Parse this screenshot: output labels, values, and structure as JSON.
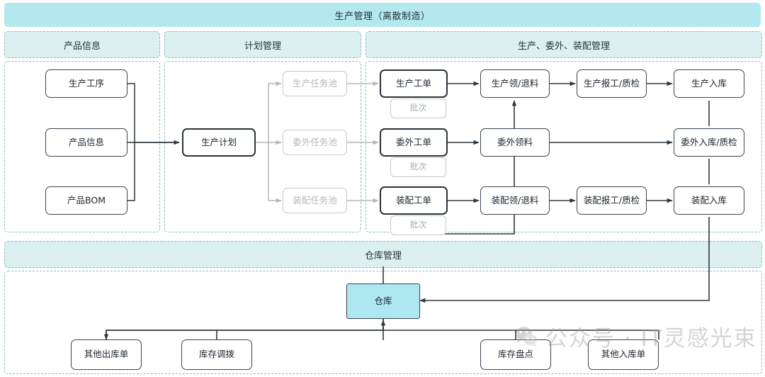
{
  "title": "生产管理（离散制造）",
  "sections": [
    {
      "label": "产品信息"
    },
    {
      "label": "计划管理"
    },
    {
      "label": "生产、委外、装配管理"
    },
    {
      "label": "仓库管理"
    }
  ],
  "nodes": {
    "product": [
      {
        "label": "生产工序"
      },
      {
        "label": "产品信息"
      },
      {
        "label": "产品BOM"
      }
    ],
    "plan": [
      {
        "label": "生产计划"
      }
    ],
    "pools": [
      {
        "label": "生产任务池"
      },
      {
        "label": "委外任务池"
      },
      {
        "label": "装配任务池"
      }
    ],
    "work_orders": [
      {
        "label": "生产工单",
        "batch": "批次"
      },
      {
        "label": "委外工单",
        "batch": "批次"
      },
      {
        "label": "装配工单",
        "batch": "批次"
      }
    ],
    "pick": [
      {
        "label": "生产领/退料"
      },
      {
        "label": "委外领料"
      },
      {
        "label": "装配领/退料"
      }
    ],
    "report": [
      {
        "label": "生产报工/质检"
      },
      {
        "label": "装配报工/质检"
      }
    ],
    "inbound": [
      {
        "label": "生产入库"
      },
      {
        "label": "委外入库/质检"
      },
      {
        "label": "装配入库"
      }
    ],
    "warehouse": {
      "label": "仓库"
    },
    "documents": [
      {
        "label": "其他出库单"
      },
      {
        "label": "库存调拨"
      },
      {
        "label": "库存盘点"
      },
      {
        "label": "其他入库单"
      }
    ]
  },
  "watermark": {
    "text": "公众号 · IT灵感光束"
  },
  "colors": {
    "band": "#b4e8ef",
    "subband": "#dcf1ef",
    "lane_border": "#86bdc0",
    "node_border": "#3b4450",
    "muted": "#c3c7ca",
    "warehouse_fill": "#aee7f0",
    "wire": "#2f3840",
    "wire_muted": "#b5b9bc"
  }
}
